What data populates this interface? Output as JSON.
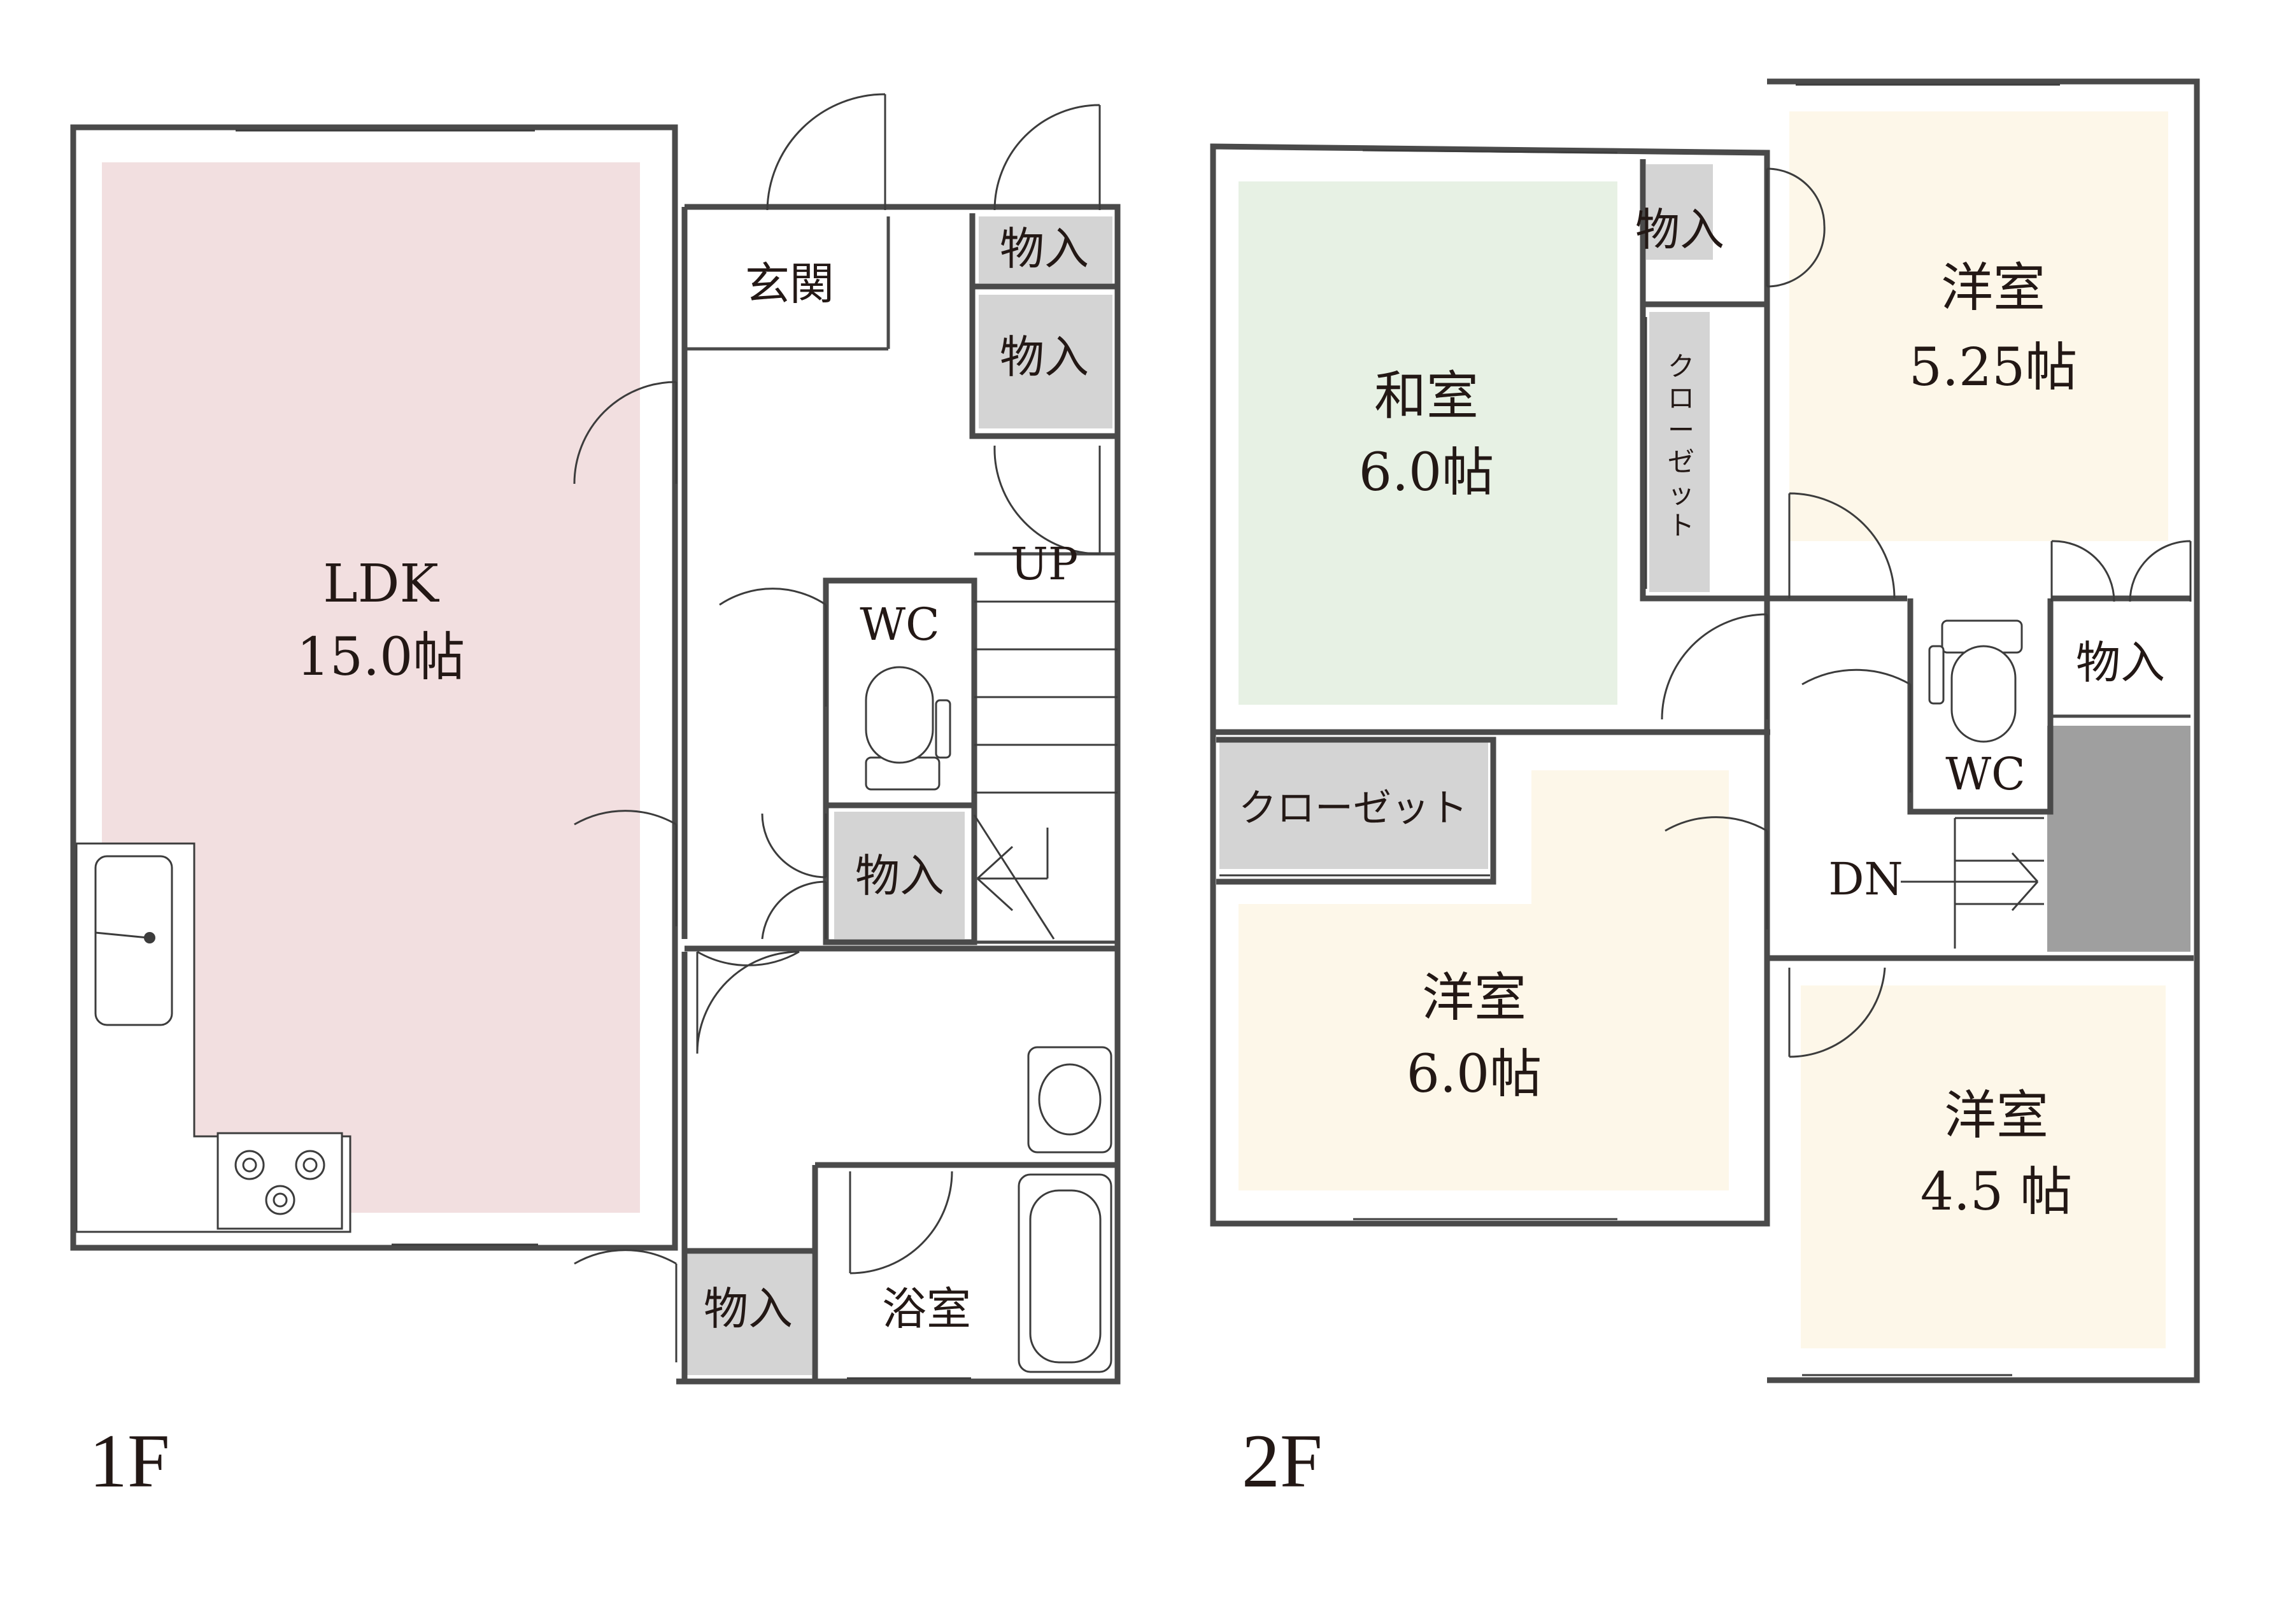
{
  "colors": {
    "ldk": "#f2dfe0",
    "washitsu": "#e7f1e4",
    "yoshitsu": "#fdf7e9",
    "storage": "#d4d4d4",
    "dark": "#9f9f9f",
    "wall": "#4a4a4a"
  },
  "floor1": {
    "label": "1F",
    "ldk": {
      "name": "LDK",
      "size": "15.0帖"
    },
    "genkan": "玄関",
    "storage_1": "物入",
    "storage_2": "物入",
    "storage_3": "物入",
    "storage_4": "物入",
    "wc": "WC",
    "stairs_up": "UP",
    "bath": "浴室"
  },
  "floor2": {
    "label": "2F",
    "washitsu": {
      "name": "和室",
      "size": "6.0帖"
    },
    "yoshitsu_ne": {
      "name": "洋室",
      "size": "5.25帖"
    },
    "yoshitsu_sw": {
      "name": "洋室",
      "size": "6.0帖"
    },
    "yoshitsu_se": {
      "name": "洋室",
      "size": "4.5 帖"
    },
    "storage_1": "物入",
    "storage_2": "物入",
    "closet_vertical": [
      "ク",
      "ロ",
      "ー",
      "ゼ",
      "ッ",
      "ト"
    ],
    "closet_horizontal": "クローゼット",
    "wc": "WC",
    "stairs_down": "DN"
  }
}
